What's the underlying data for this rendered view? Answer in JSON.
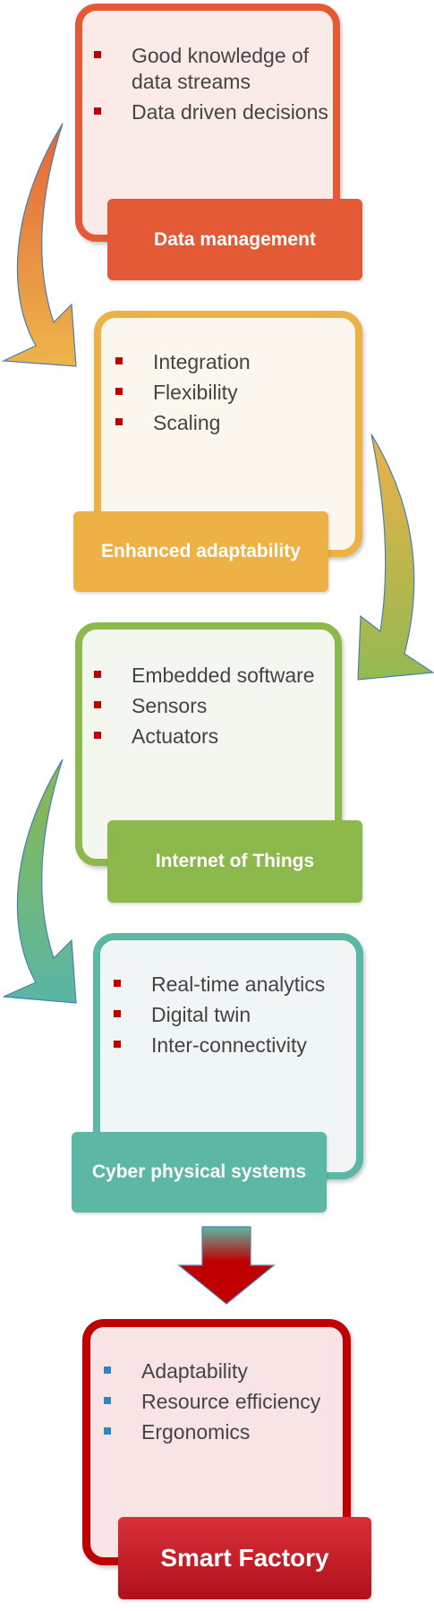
{
  "stages": [
    {
      "label": "Data management",
      "bullets": [
        "Good knowledge of data streams",
        "Data driven decisions"
      ],
      "border_color": "#E45A36",
      "fill_color": "#FBEBE8",
      "label_color": "#E45A36",
      "bullet_color": "#C00000"
    },
    {
      "label": "Enhanced adaptability",
      "bullets": [
        "Integration",
        "Flexibility",
        "Scaling"
      ],
      "border_color": "#EDB146",
      "fill_color": "#FCF7EE",
      "label_color": "#EDB146",
      "bullet_color": "#C00000"
    },
    {
      "label": "Internet of Things",
      "bullets": [
        "Embedded software",
        "Sensors",
        "Actuators"
      ],
      "border_color": "#8CB84C",
      "fill_color": "#F3F7EF",
      "label_color": "#8CB84C",
      "bullet_color": "#C00000"
    },
    {
      "label": "Cyber physical systems",
      "bullets": [
        "Real-time analytics",
        "Digital twin",
        "Inter-connectivity"
      ],
      "border_color": "#5CB8A4",
      "fill_color": "#EFF6F5",
      "label_color": "#5CB8A4",
      "bullet_color": "#C00000"
    }
  ],
  "result": {
    "label": "Smart Factory",
    "bullets": [
      "Adaptability",
      "Resource efficiency",
      "Ergonomics"
    ],
    "border_color": "#C00000",
    "fill_color": "#F8E4E5",
    "label_color": "#C0141B",
    "bullet_color": "#2E86C1"
  },
  "arrow_icons": [
    "curved-arrow-icon",
    "curved-arrow-icon",
    "curved-arrow-icon",
    "curved-arrow-icon",
    "down-arrow-icon"
  ]
}
